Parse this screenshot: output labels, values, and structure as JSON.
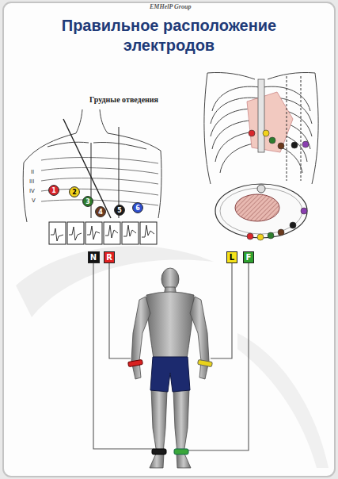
{
  "diagram": {
    "title": "Правильное расположение электродов",
    "nodes": [
      {
        "text": [
          "1"
        ]
      },
      {
        "text": [
          "2"
        ]
      },
      {
        "text": [
          "3"
        ]
      },
      {
        "text": [
          "4"
        ]
      },
      {
        "text": [
          "5"
        ]
      },
      {
        "text": [
          "6"
        ]
      },
      {
        "text": [
          "N"
        ]
      },
      {
        "text": [
          "R"
        ]
      },
      {
        "text": [
          "L"
        ]
      },
      {
        "text": [
          "F"
        ]
      }
    ],
    "labels": [
      "EMHelP Group",
      "Грудные отведения",
      "II",
      "III",
      "IV",
      "V"
    ]
  }
}
